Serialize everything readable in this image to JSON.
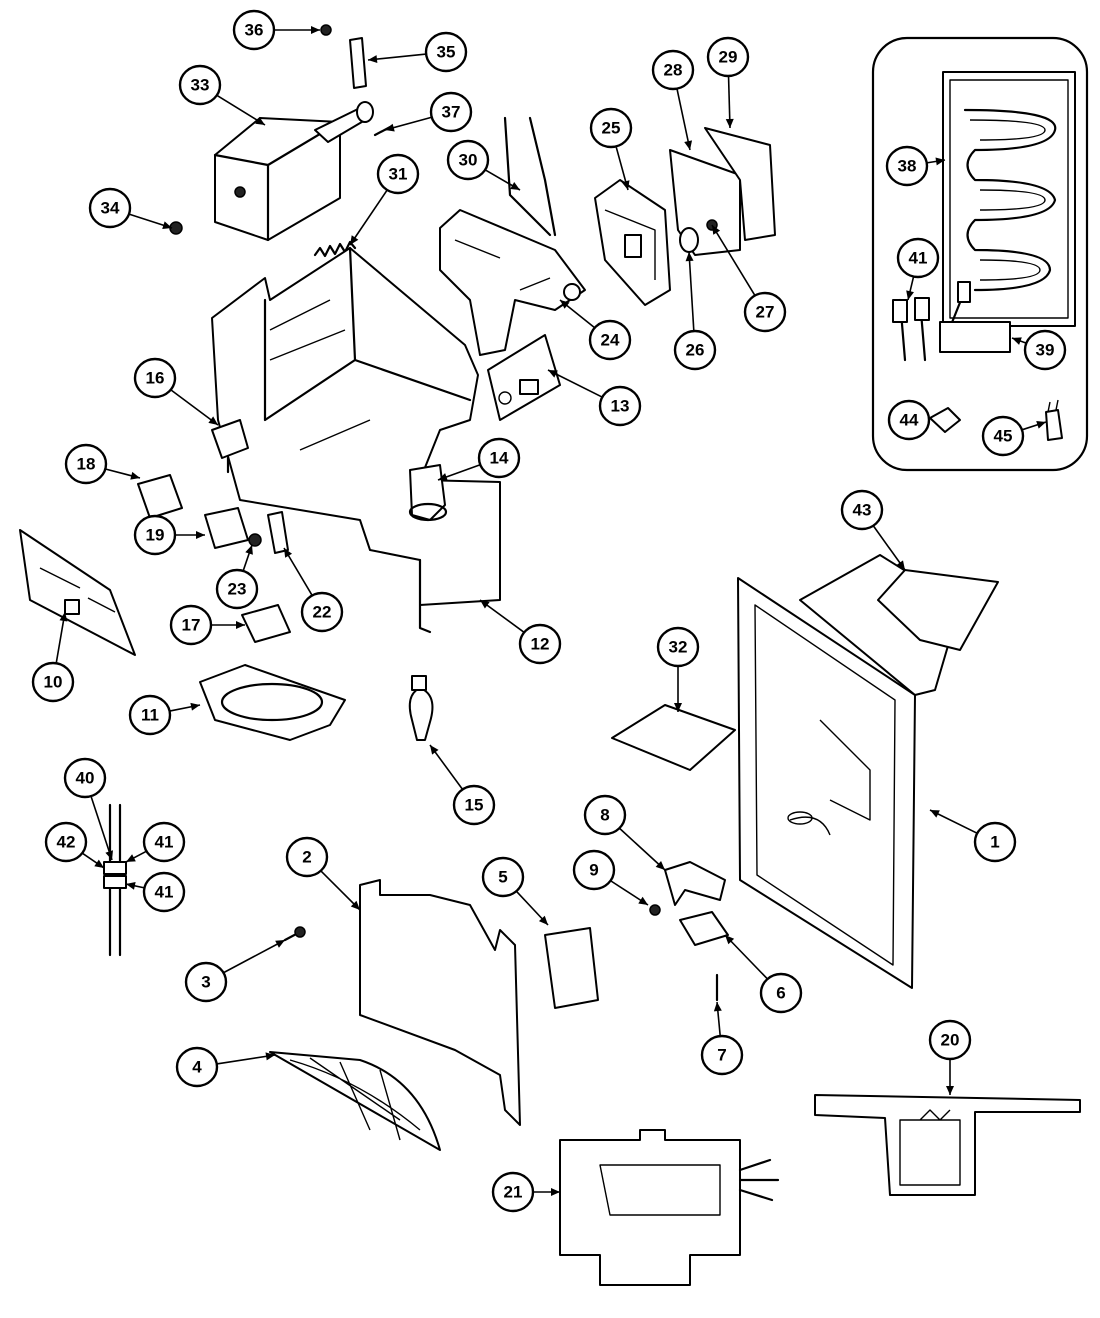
{
  "callouts": [
    {
      "label": "36"
    },
    {
      "label": "35"
    },
    {
      "label": "33"
    },
    {
      "label": "37"
    },
    {
      "label": "30"
    },
    {
      "label": "25"
    },
    {
      "label": "28"
    },
    {
      "label": "29"
    },
    {
      "label": "34"
    },
    {
      "label": "31"
    },
    {
      "label": "24"
    },
    {
      "label": "26"
    },
    {
      "label": "27"
    },
    {
      "label": "13"
    },
    {
      "label": "16"
    },
    {
      "label": "18"
    },
    {
      "label": "14"
    },
    {
      "label": "19"
    },
    {
      "label": "23"
    },
    {
      "label": "22"
    },
    {
      "label": "17"
    },
    {
      "label": "12"
    },
    {
      "label": "10"
    },
    {
      "label": "11"
    },
    {
      "label": "15"
    },
    {
      "label": "32"
    },
    {
      "label": "43"
    },
    {
      "label": "38"
    },
    {
      "label": "41"
    },
    {
      "label": "39"
    },
    {
      "label": "44"
    },
    {
      "label": "45"
    },
    {
      "label": "40"
    },
    {
      "label": "42"
    },
    {
      "label": "41"
    },
    {
      "label": "41"
    },
    {
      "label": "2"
    },
    {
      "label": "5"
    },
    {
      "label": "9"
    },
    {
      "label": "8"
    },
    {
      "label": "1"
    },
    {
      "label": "3"
    },
    {
      "label": "6"
    },
    {
      "label": "7"
    },
    {
      "label": "4"
    },
    {
      "label": "20"
    },
    {
      "label": "21"
    }
  ]
}
